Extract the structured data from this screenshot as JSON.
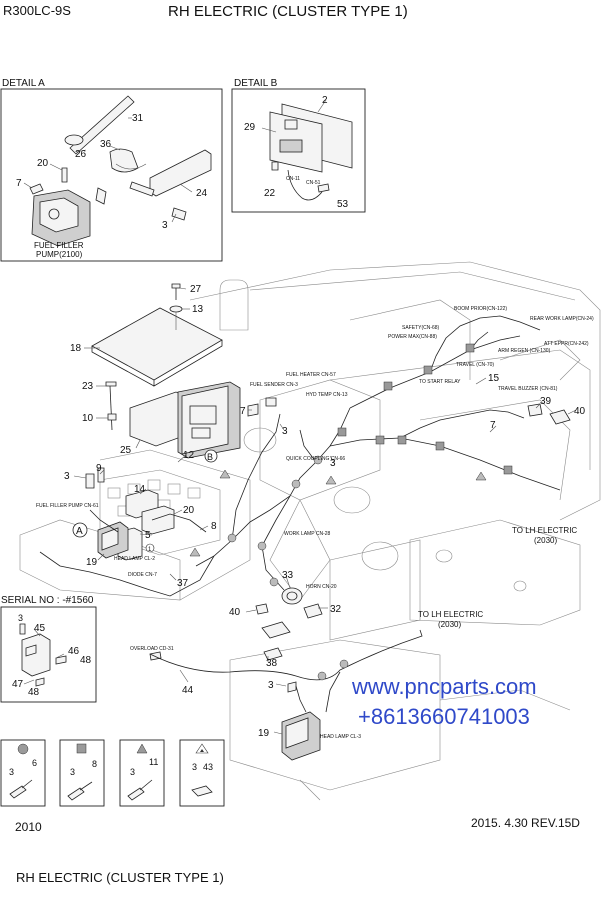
{
  "header": {
    "model": "R300LC-9S",
    "title": "RH ELECTRIC (CLUSTER TYPE 1)"
  },
  "detail_a": {
    "title": "DETAIL A",
    "callouts": [
      "31",
      "36",
      "26",
      "20",
      "7",
      "24",
      "3"
    ],
    "label_line1": "FUEL FILLER",
    "label_line2": "PUMP(2100)"
  },
  "detail_b": {
    "title": "DETAIL B",
    "callouts": [
      "2",
      "29",
      "22",
      "53"
    ],
    "connectors": [
      "CN-11",
      "CN-51"
    ]
  },
  "main": {
    "callouts": [
      "27",
      "13",
      "18",
      "23",
      "10",
      "25",
      "12",
      "3",
      "9",
      "14",
      "20",
      "5",
      "8",
      "19",
      "37",
      "7",
      "3",
      "3",
      "15",
      "7",
      "39",
      "40",
      "33",
      "32",
      "40",
      "38",
      "3",
      "44",
      "19",
      "A",
      "B",
      "1"
    ],
    "labels": {
      "boom_prior": "BOOM PRIOR(CN-122)",
      "rear_work_lamp": "REAR WORK LAMP(CN-24)",
      "safety": "SAFETY(CN-68)",
      "power_max": "POWER MAX(CN-88)",
      "arm_regen": "ARM REGEN (CN-130)",
      "att_eprr": "ATT EPPR(CN-242)",
      "travel": "TRAVEL (CN-70)",
      "fuel_heater": "FUEL HEATER CN-57",
      "to_start_relay": "TO START RELAY",
      "travel_buzzer": "TRAVEL BUZZER (CN-81)",
      "fuel_sender": "FUEL SENDER CN-3",
      "hyd_temp": "HYD TEMP CN-13",
      "quick_coupling": "QUICK COUPLING CN-66",
      "to_lh_electric_1": "TO LH ELECTRIC",
      "code_1": "(2030)",
      "fuel_filler_pump": "FUEL FILLER PUMP CN-61",
      "work_lamp": "WORK LAMP CN-28",
      "head_lamp": "HEAD LAMP CL-2",
      "diode": "DIODE CN-7",
      "horn": "HORN CN-20",
      "to_lh_electric_2": "TO LH ELECTRIC",
      "code_2": "(2030)",
      "overload": "OVERLOAD CD-31",
      "head_lamp_2": "HEAD LAMP CL-3"
    }
  },
  "serial": {
    "title": "SERIAL NO : -#1560",
    "callouts": [
      "3",
      "45",
      "46",
      "48",
      "47",
      "48"
    ]
  },
  "legend": [
    {
      "num_a": "3",
      "num_b": "6"
    },
    {
      "num_a": "3",
      "num_b": "8"
    },
    {
      "num_a": "3",
      "num_b": "11"
    },
    {
      "num_a": "3",
      "num_b": "43"
    }
  ],
  "watermark": {
    "site": "www.pncparts.com",
    "phone": "+8613660741003",
    "color": "#2f49c9"
  },
  "footer": {
    "page": "2010",
    "revision": "2015. 4.30  REV.15D",
    "caption": "RH ELECTRIC (CLUSTER TYPE 1)"
  }
}
